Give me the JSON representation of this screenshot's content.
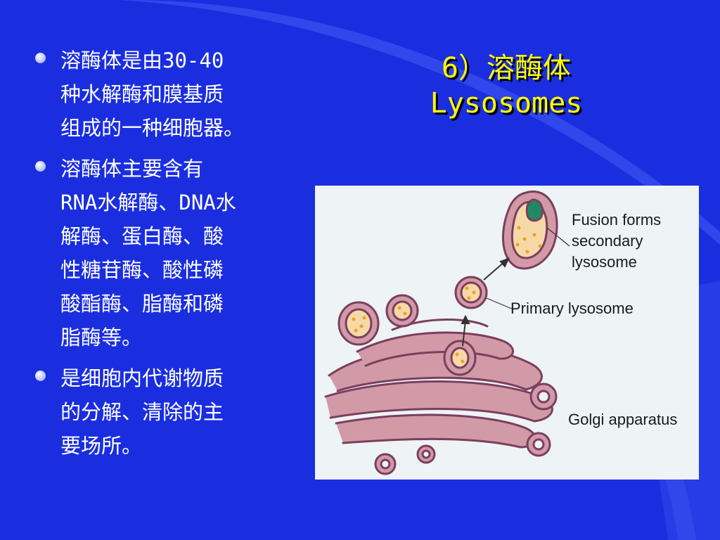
{
  "colors": {
    "background": "#1a2ee0",
    "title": "#ffff00",
    "body_text": "#ffffff"
  },
  "title": {
    "line1": "6）溶酶体",
    "line2": "Lysosomes"
  },
  "bullets": [
    {
      "text": "溶酶体是由30-40\n种水解酶和膜基质\n组成的一种细胞器。"
    },
    {
      "text": "溶酶体主要含有\nRNA水解酶、DNA水\n解酶、蛋白酶、酸\n性糖苷酶、酸性磷\n酸酯酶、脂酶和磷\n脂酶等。"
    },
    {
      "text": "是细胞内代谢物质\n的分解、清除的主\n要场所。"
    }
  ],
  "figure": {
    "labels": {
      "fusion": "Fusion forms\nsecondary\nlysosome",
      "primary": "Primary lysosome",
      "golgi": "Golgi apparatus"
    }
  }
}
